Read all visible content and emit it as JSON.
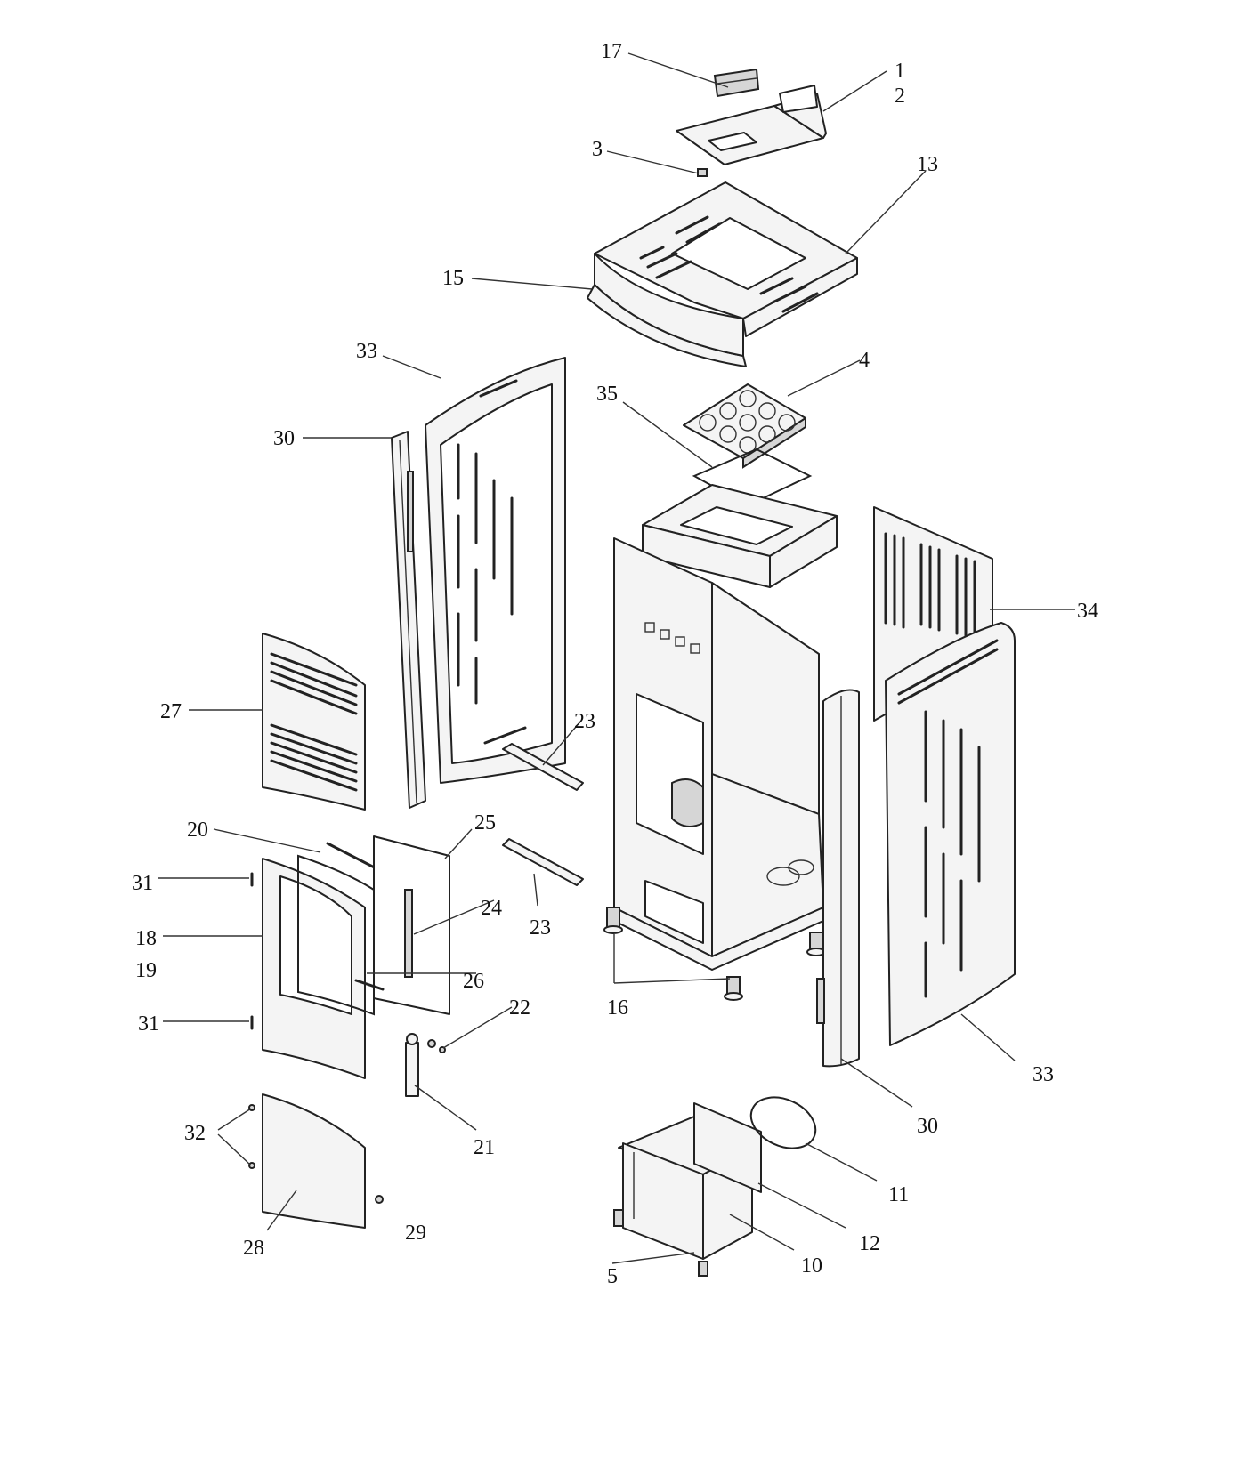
{
  "callouts": {
    "c1": "1",
    "c2": "2",
    "c3": "3",
    "c4": "4",
    "c5": "5",
    "c10": "10",
    "c11": "11",
    "c12": "12",
    "c13": "13",
    "c15": "15",
    "c16": "16",
    "c17": "17",
    "c18": "18",
    "c19": "19",
    "c20": "20",
    "c21": "21",
    "c22": "22",
    "c23a": "23",
    "c23b": "23",
    "c24": "24",
    "c25": "25",
    "c26": "26",
    "c27": "27",
    "c28": "28",
    "c29": "29",
    "c30a": "30",
    "c30b": "30",
    "c31a": "31",
    "c31b": "31",
    "c32": "32",
    "c33a": "33",
    "c33b": "33",
    "c34": "34",
    "c35": "35"
  }
}
